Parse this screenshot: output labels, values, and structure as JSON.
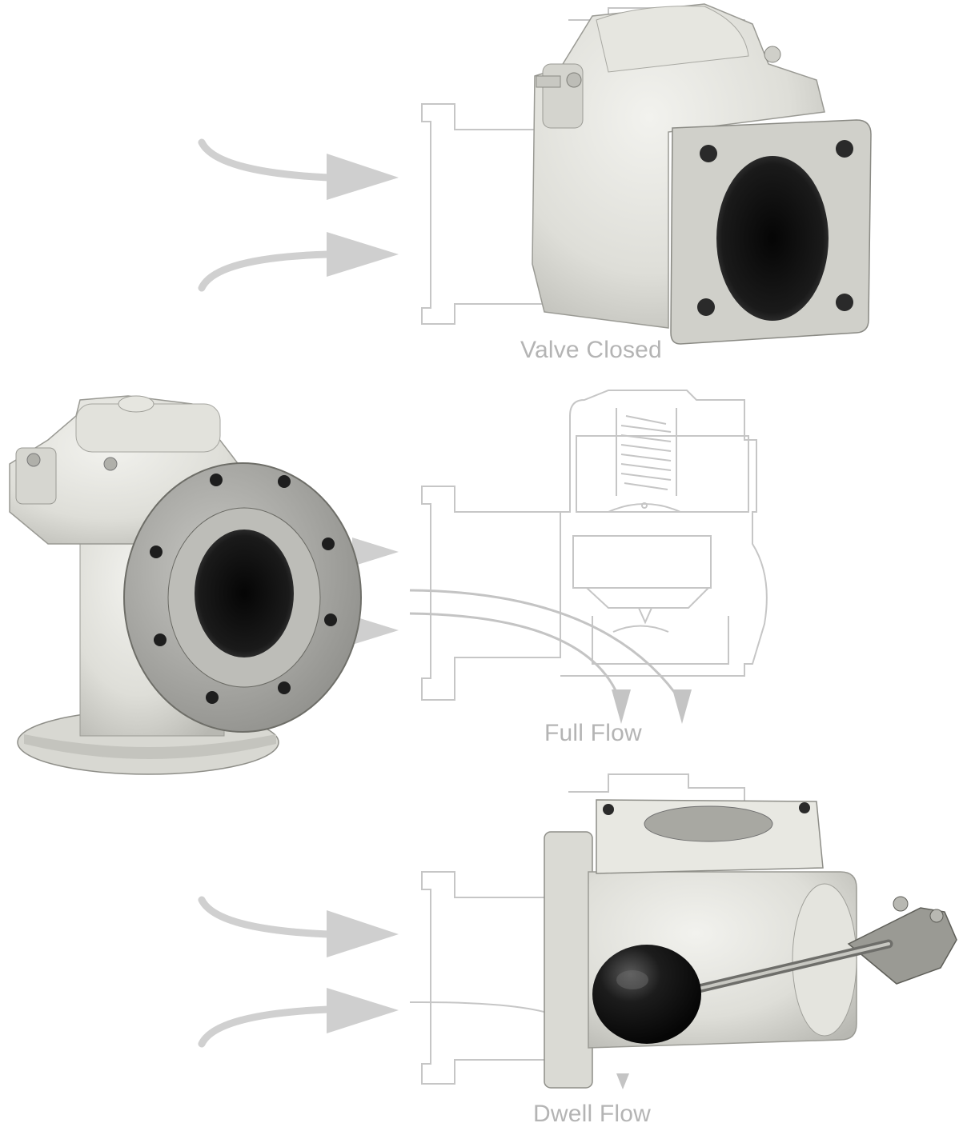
{
  "figure": {
    "panels": [
      {
        "caption": "Valve Closed"
      },
      {
        "caption": "Full Flow"
      },
      {
        "caption": "Dwell Flow"
      }
    ],
    "colors": {
      "outline": "#c4c4c4",
      "flow_arrow": "#d0d0d0",
      "valve_body": "#e0e0da",
      "bore_dark": "#1c1c1c",
      "knob": "#141414"
    },
    "icons": [
      "flow-arrow-icon",
      "valve-photo",
      "spring-icon",
      "handle-knob-icon"
    ]
  }
}
